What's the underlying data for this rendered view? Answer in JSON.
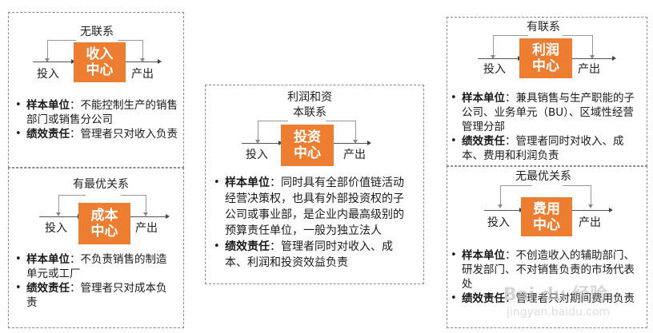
{
  "colors": {
    "center_box": "#ed7d31",
    "border": "#8a8a8a",
    "text": "#1a1a1a"
  },
  "io": {
    "input": "投入",
    "output": "产出"
  },
  "panels": {
    "revenue": {
      "relation": "无联系",
      "center_line1": "收入",
      "center_line2": "中心",
      "sample_label": "样本单位",
      "sample_text": "：不能控制生产的销售部门或销售分公司",
      "resp_label": "绩效责任",
      "resp_text": "：管理者只对收入负责"
    },
    "cost": {
      "relation": "有最优关系",
      "center_line1": "成本",
      "center_line2": "中心",
      "sample_label": "样本单位",
      "sample_text": "：不负责销售的制造单元或工厂",
      "resp_label": "绩效责任",
      "resp_text": "：管理者只对成本负责"
    },
    "investment": {
      "relation_line1": "利润和资",
      "relation_line2": "本联系",
      "center_line1": "投资",
      "center_line2": "中心",
      "sample_label": "样本单位",
      "sample_text": "：同时具有全部价值链活动经营决策权，也具有外部投资权的子公司或事业部，是企业内最高级别的预算责任单位，一般为独立法人",
      "resp_label": "绩效责任",
      "resp_text": "：管理者同时对收入、成本、利润和投资效益负责"
    },
    "profit": {
      "relation": "有联系",
      "center_line1": "利润",
      "center_line2": "中心",
      "sample_label": "样本单位",
      "sample_text": "：兼具销售与生产职能的子公司、业务单元（BU）、区域性经营管理分部",
      "resp_label": "绩效责任",
      "resp_text": "：管理者同时对收入、成本、费用和利润负责"
    },
    "expense": {
      "relation": "无最优关系",
      "center_line1": "费用",
      "center_line2": "中心",
      "sample_label": "样本单位",
      "sample_text": "：不创造收入的辅助部门、研发部门、不对销售负责的市场代表处",
      "resp_label": "绩效责任",
      "resp_text": "：管理者只对期间费用负责"
    }
  },
  "watermark": {
    "main": "Bai du 经验",
    "sub": "jingyan.baidu.com"
  },
  "bullet_char": "•"
}
